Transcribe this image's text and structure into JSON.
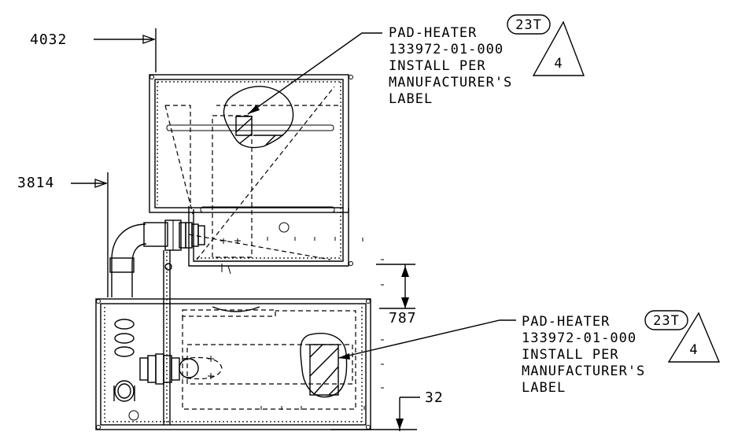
{
  "dimensions": {
    "top_ref": "4032",
    "left_ref": "3814",
    "gap": "787",
    "bottom_offset": "32"
  },
  "callouts": [
    {
      "bubble": "23T",
      "flag": "4",
      "lines": [
        "PAD-HEATER",
        "133972-01-000",
        "INSTALL PER",
        "MANUFACTURER'S",
        "LABEL"
      ]
    },
    {
      "bubble": "23T",
      "flag": "4",
      "lines": [
        "PAD-HEATER",
        "133972-01-000",
        "INSTALL PER",
        "MANUFACTURER'S",
        "LABEL"
      ]
    }
  ]
}
